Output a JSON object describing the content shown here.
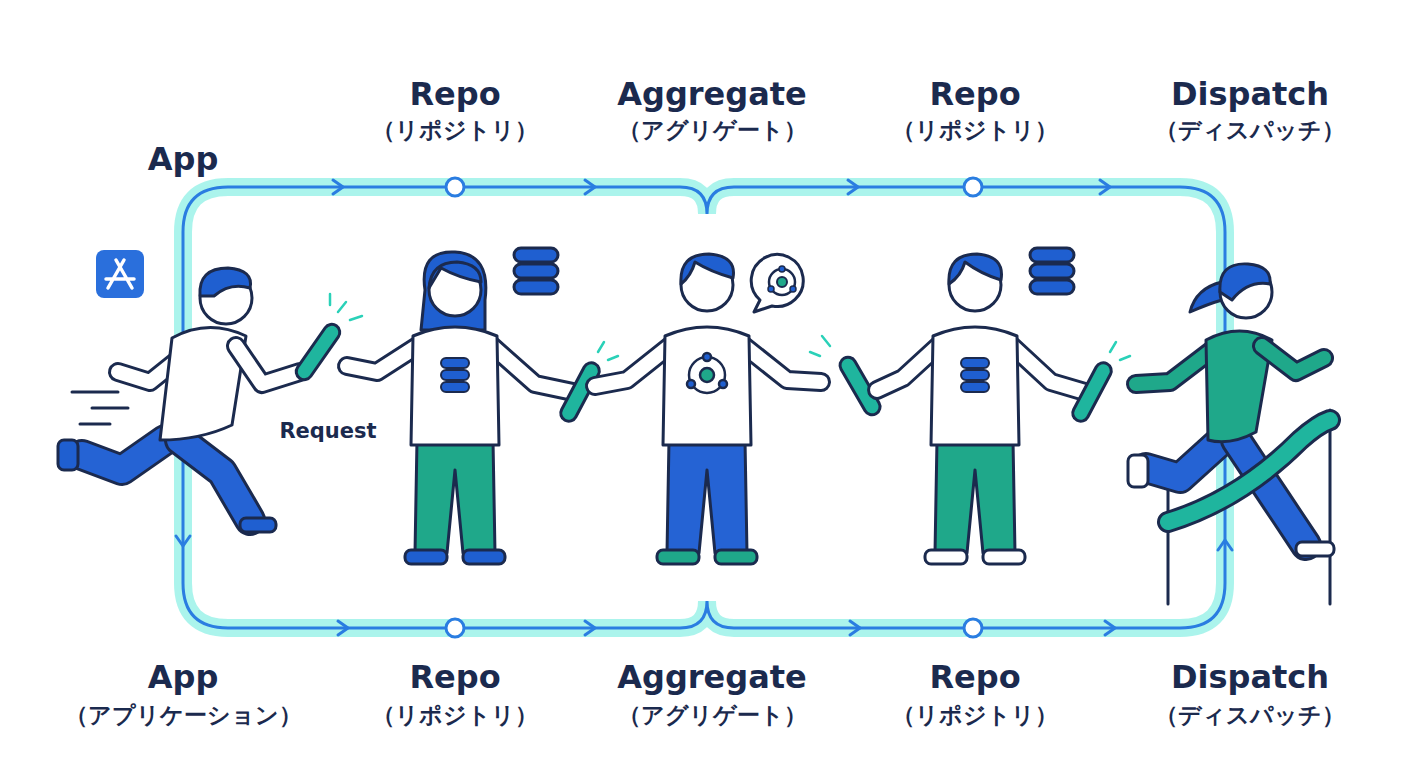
{
  "diagram": {
    "labels": [
      "Repo",
      "（リポジトリ）",
      "Aggregate",
      "（アグリゲート）",
      "Repo",
      "（リポジトリ）",
      "Dispatch",
      "（ディスパッチ）",
      "App",
      "Request",
      "App",
      "（アプリケーション）",
      "Repo",
      "（リポジトリ）",
      "Aggregate",
      "（アグリゲート）",
      "Repo",
      "（リポジトリ）",
      "Dispatch",
      "（ディスパッチ）"
    ]
  }
}
